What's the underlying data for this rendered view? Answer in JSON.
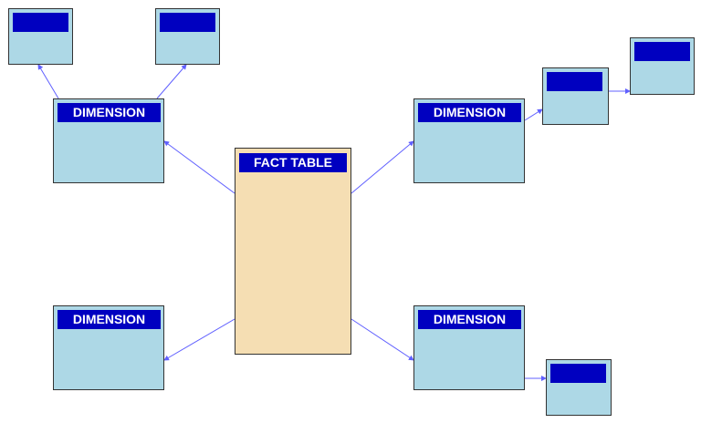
{
  "colors": {
    "header_fill": "#0000c0",
    "header_text": "#ffffff",
    "dimension_fill": "#add8e6",
    "fact_fill": "#f5deb3",
    "connector": "#6060ff",
    "border": "#333333"
  },
  "fact_table": {
    "title": "FACT TABLE"
  },
  "dimensions": [
    {
      "id": "dim-tl",
      "title": "DIMENSION"
    },
    {
      "id": "dim-tr",
      "title": "DIMENSION"
    },
    {
      "id": "dim-bl",
      "title": "DIMENSION"
    },
    {
      "id": "dim-br",
      "title": "DIMENSION"
    }
  ],
  "sub_tables": [
    {
      "id": "sub-tl1",
      "title": ""
    },
    {
      "id": "sub-tl2",
      "title": ""
    },
    {
      "id": "sub-tr1",
      "title": ""
    },
    {
      "id": "sub-tr2",
      "title": ""
    },
    {
      "id": "sub-br",
      "title": ""
    }
  ],
  "connections": [
    {
      "from": "fact",
      "to": "dim-tl"
    },
    {
      "from": "fact",
      "to": "dim-tr"
    },
    {
      "from": "fact",
      "to": "dim-bl"
    },
    {
      "from": "fact",
      "to": "dim-br"
    },
    {
      "from": "dim-tl",
      "to": "sub-tl1"
    },
    {
      "from": "dim-tl",
      "to": "sub-tl2"
    },
    {
      "from": "dim-tr",
      "to": "sub-tr1"
    },
    {
      "from": "sub-tr1",
      "to": "sub-tr2"
    },
    {
      "from": "dim-br",
      "to": "sub-br"
    }
  ]
}
